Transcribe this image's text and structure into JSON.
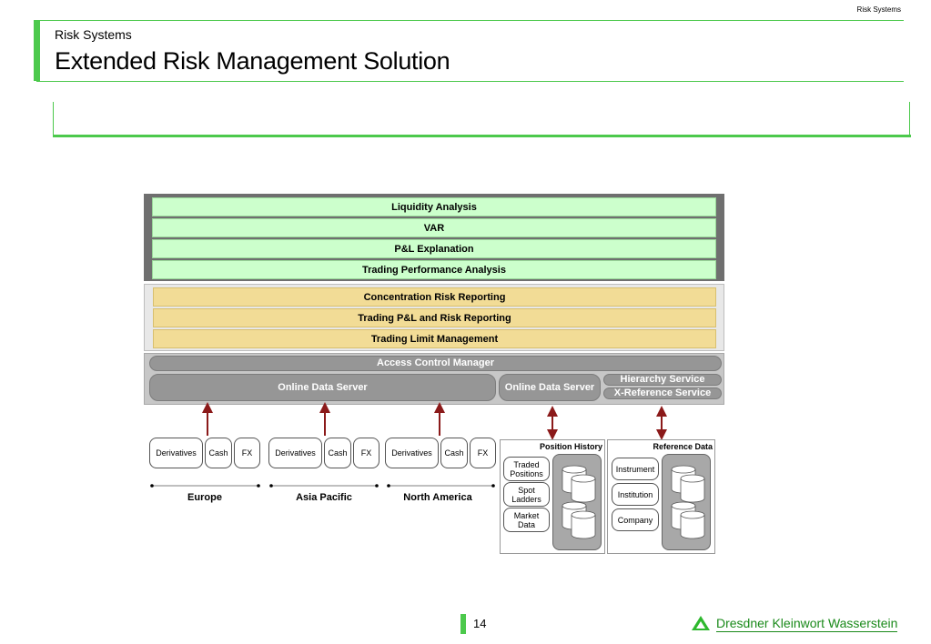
{
  "header": {
    "corner_label": "Risk Systems",
    "section": "Risk Systems",
    "title": "Extended Risk Management Solution"
  },
  "diagram": {
    "analysis_layer": [
      "Liquidity Analysis",
      "VAR",
      "P&L Explanation",
      "Trading Performance Analysis"
    ],
    "reporting_layer": [
      "Concentration Risk Reporting",
      "Trading P&L and Risk Reporting",
      "Trading Limit Management"
    ],
    "services": {
      "access_control": "Access Control Manager",
      "online_data_server_main": "Online Data Server",
      "online_data_server_secondary": "Online Data Server",
      "hierarchy_service": "Hierarchy Service",
      "xref_service": "X-Reference Service"
    },
    "regions": [
      {
        "name": "Europe",
        "items": [
          "Derivatives",
          "Cash",
          "FX"
        ]
      },
      {
        "name": "Asia Pacific",
        "items": [
          "Derivatives",
          "Cash",
          "FX"
        ]
      },
      {
        "name": "North America",
        "items": [
          "Derivatives",
          "Cash",
          "FX"
        ]
      }
    ],
    "position_history": {
      "title": "Position History",
      "items": [
        "Traded Positions",
        "Spot Ladders",
        "Market Data"
      ]
    },
    "reference_data": {
      "title": "Reference Data",
      "items": [
        "Instrument",
        "Institution",
        "Company"
      ]
    },
    "colors": {
      "analysis": "#ccffcc",
      "reporting": "#f2dc96",
      "service": "#969696",
      "arrow": "#8b1a1a",
      "accent": "#4cc94c"
    }
  },
  "footer": {
    "page_number": "14",
    "company": "Dresdner Kleinwort Wasserstein"
  }
}
